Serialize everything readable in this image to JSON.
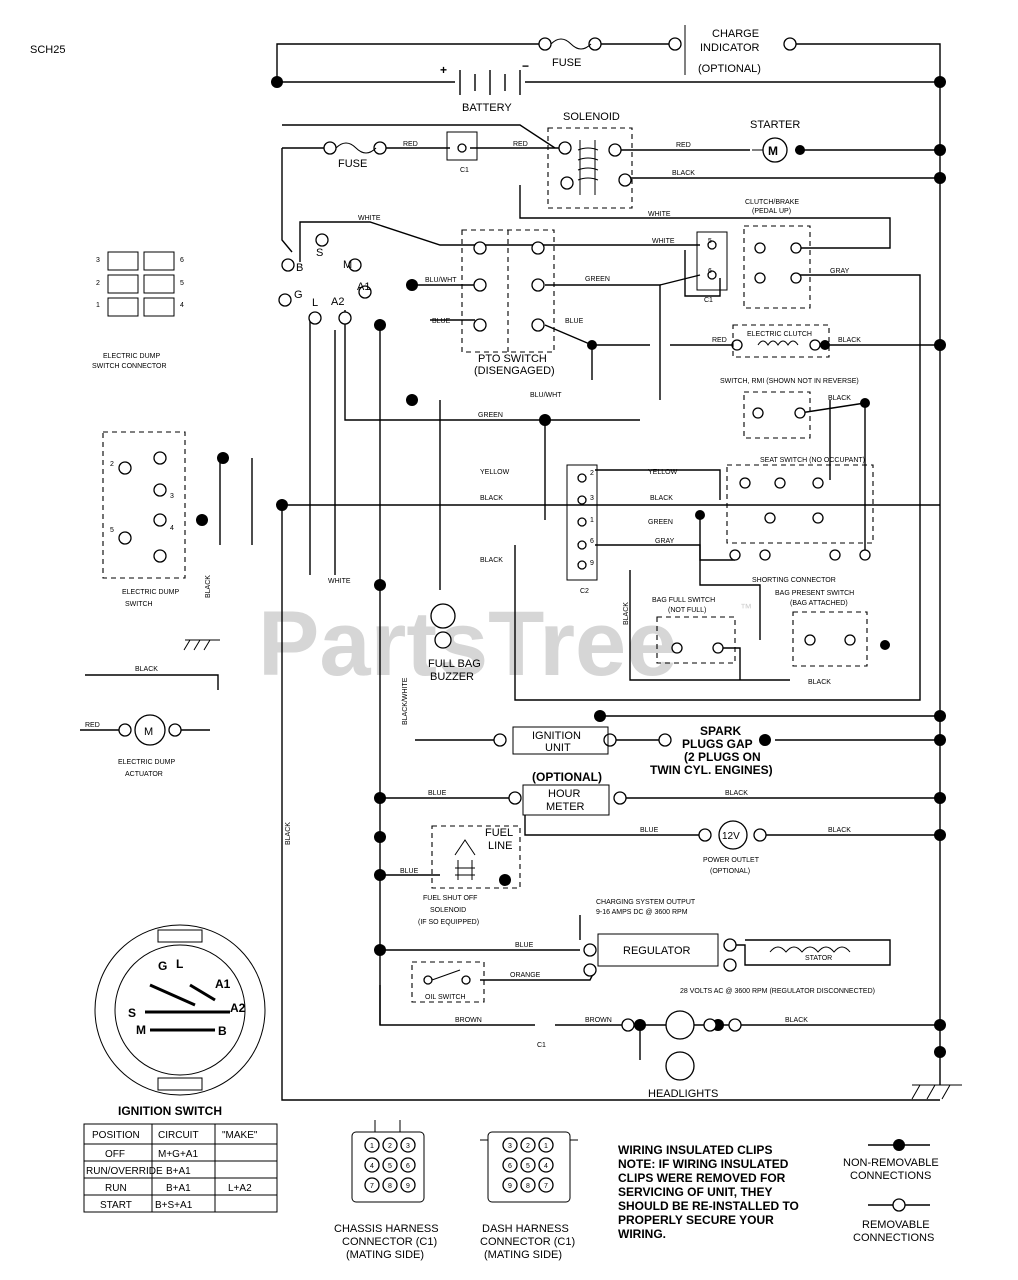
{
  "diagram_id": "SCH25",
  "watermark": "PartsTree",
  "watermark_tm": "™",
  "components": {
    "fuse_top": "FUSE",
    "charge_indicator": [
      "CHARGE",
      "INDICATOR",
      "(OPTIONAL)"
    ],
    "battery": "BATTERY",
    "battery_plus": "+",
    "battery_minus": "−",
    "solenoid": "SOLENOID",
    "starter": "STARTER",
    "starter_symbol": "M",
    "fuse_left": "FUSE",
    "clutch_brake": [
      "CLUTCH/BRAKE",
      "(PEDAL UP)"
    ],
    "electric_dump_connector": [
      "ELECTRIC DUMP",
      "SWITCH CONNECTOR"
    ],
    "pto_switch": [
      "PTO SWITCH",
      "(DISENGAGED)"
    ],
    "electric_clutch": "ELECTRIC CLUTCH",
    "reverse_switch": "SWITCH, RMI (SHOWN NOT IN REVERSE)",
    "seat_switch": "SEAT SWITCH (NO OCCUPANT)",
    "shorting_connector": "SHORTING CONNECTOR",
    "bag_present_switch": [
      "BAG PRESENT SWITCH",
      "(BAG ATTACHED)"
    ],
    "bag_full_switch": [
      "BAG FULL SWITCH",
      "(NOT FULL)"
    ],
    "electric_dump_switch": [
      "ELECTRIC DUMP",
      "SWITCH"
    ],
    "full_bag_buzzer": [
      "FULL BAG",
      "BUZZER"
    ],
    "electric_dump_actuator": [
      "ELECTRIC DUMP",
      "ACTUATOR"
    ],
    "actuator_symbol": "M",
    "ignition_unit": [
      "IGNITION",
      "UNIT"
    ],
    "spark_plugs": [
      "SPARK",
      "PLUGS GAP",
      "(2 PLUGS ON",
      "TWIN CYL. ENGINES)"
    ],
    "hour_meter": [
      "(OPTIONAL)",
      "HOUR",
      "METER"
    ],
    "power_outlet": [
      "POWER OUTLET",
      "(OPTIONAL)"
    ],
    "power_outlet_symbol": "12V",
    "fuel_line": [
      "FUEL",
      "LINE"
    ],
    "fuel_shutoff": [
      "FUEL SHUT OFF",
      "SOLENOID",
      "(IF SO EQUIPPED)"
    ],
    "charging_output": [
      "CHARGING SYSTEM OUTPUT",
      "9-16 AMPS DC @ 3600 RPM"
    ],
    "regulator": "REGULATOR",
    "stator": "STATOR",
    "stator_ac": "28 VOLTS AC @ 3600 RPM (REGULATOR DISCONNECTED)",
    "oil_switch": "OIL SWITCH",
    "headlights": "HEADLIGHTS",
    "c1": "C1",
    "c2": "C2"
  },
  "wire_colors": {
    "red": "RED",
    "black": "BLACK",
    "white": "WHITE",
    "green": "GREEN",
    "blue": "BLUE",
    "blu_wht": "BLU/WHT",
    "yellow": "YELLOW",
    "gray": "GRAY",
    "orange": "ORANGE",
    "brown": "BROWN",
    "black_white": "BLACK/WHITE",
    "white2": "WHITE"
  },
  "ignition_switch": {
    "title": "IGNITION SWITCH",
    "terminals": [
      "G",
      "L",
      "A1",
      "A2",
      "S",
      "M",
      "B"
    ],
    "table": {
      "headers": [
        "POSITION",
        "CIRCUIT",
        "\"MAKE\""
      ],
      "rows": [
        [
          "OFF",
          "M+G+A1",
          ""
        ],
        [
          "RUN/OVERRIDE",
          "B+A1",
          ""
        ],
        [
          "RUN",
          "B+A1",
          "L+A2"
        ],
        [
          "START",
          "B+S+A1",
          ""
        ]
      ]
    }
  },
  "connectors": {
    "chassis": [
      "CHASSIS HARNESS",
      "CONNECTOR (C1)",
      "(MATING SIDE)"
    ],
    "chassis_pins": [
      "1",
      "2",
      "3",
      "4",
      "5",
      "6",
      "7",
      "8",
      "9"
    ],
    "dash": [
      "DASH HARNESS",
      "CONNECTOR (C1)",
      "(MATING SIDE)"
    ],
    "dash_pins": [
      "3",
      "2",
      "1",
      "6",
      "5",
      "4",
      "9",
      "8",
      "7"
    ]
  },
  "notes": {
    "clips": [
      "WIRING INSULATED CLIPS",
      "NOTE: IF WIRING INSULATED",
      "CLIPS WERE REMOVED FOR",
      "SERVICING OF UNIT, THEY",
      "SHOULD BE RE-INSTALLED TO",
      "PROPERLY SECURE YOUR",
      "WIRING."
    ],
    "non_removable": [
      "NON-REMOVABLE",
      "CONNECTIONS"
    ],
    "removable": [
      "REMOVABLE",
      "CONNECTIONS"
    ]
  }
}
